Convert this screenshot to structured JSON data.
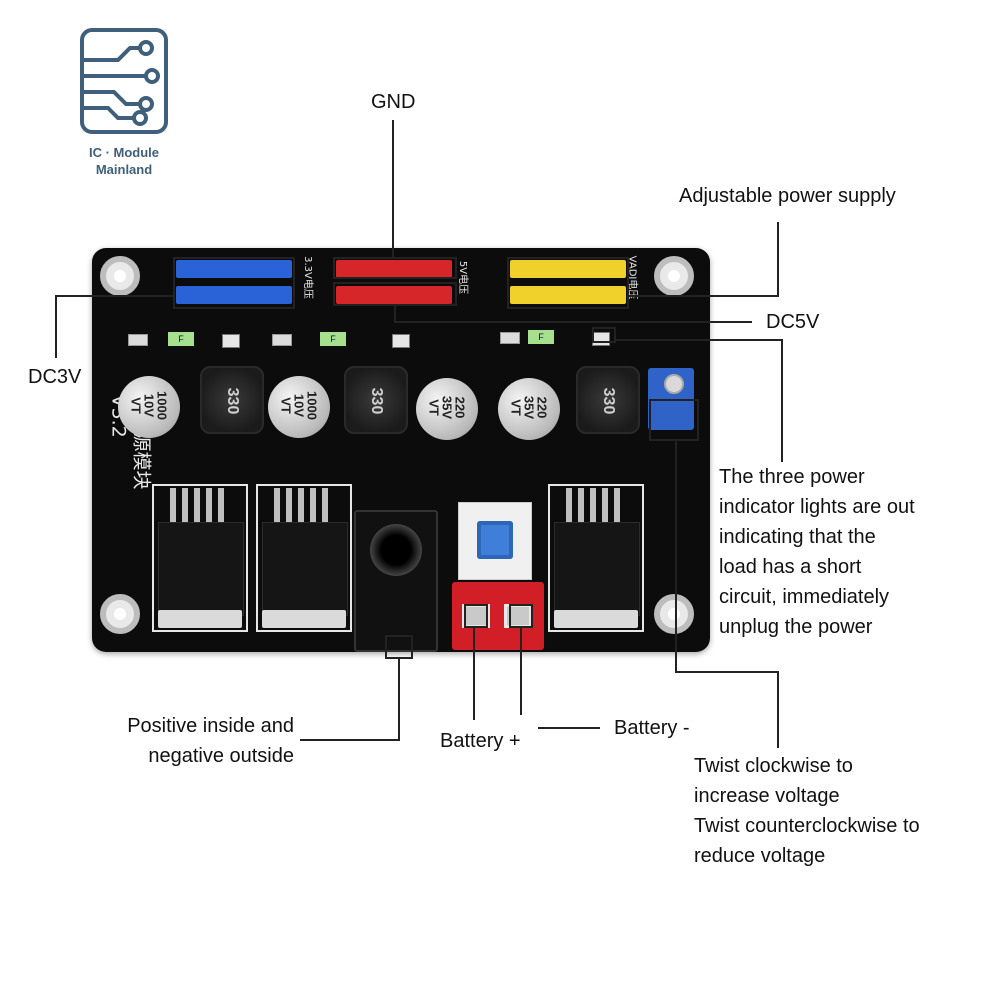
{
  "brand": {
    "line1": "IC · Module",
    "line2": "Mainland",
    "icon": "circuit-board-icon",
    "color": "#3f5f7a"
  },
  "callouts": {
    "gnd": "GND",
    "adjustable": "Adjustable power supply",
    "dc5v": "DC5V",
    "dc3v": "DC3V",
    "indicator": [
      "The three power",
      "indicator lights are out",
      "indicating that the",
      "load has a short",
      "circuit, immediately",
      "unplug the power"
    ],
    "jack": [
      "Positive inside and",
      "negative outside"
    ],
    "battery_plus": "Battery +",
    "battery_minus": "Battery -",
    "pot": [
      "Twist clockwise to",
      "increase voltage",
      "Twist counterclockwise to",
      "reduce voltage"
    ]
  },
  "board": {
    "title": "多电源模块 V3.2",
    "caps": [
      {
        "value": "1000",
        "line2": "10V",
        "line3": "VT"
      },
      {
        "value": "1000",
        "line2": "10V",
        "line3": "VT"
      },
      {
        "value": "220",
        "line2": "35V",
        "line3": "VT"
      },
      {
        "value": "220",
        "line2": "35V",
        "line3": "VT"
      }
    ],
    "inductors": [
      "330",
      "330",
      "330"
    ],
    "header_labels": {
      "blue": "3.3V电压",
      "red": "5V电压",
      "yellow": "VADJ电压"
    },
    "fuse_label": "F",
    "colors": {
      "pcb": "#0c0c0c",
      "header_blue": "#2a63d8",
      "header_red": "#d6262a",
      "header_yellow": "#f0d02a",
      "terminal_red": "#d21f27",
      "pot_blue": "#2f63c7",
      "switch_blue": "#3f7fd9"
    }
  }
}
